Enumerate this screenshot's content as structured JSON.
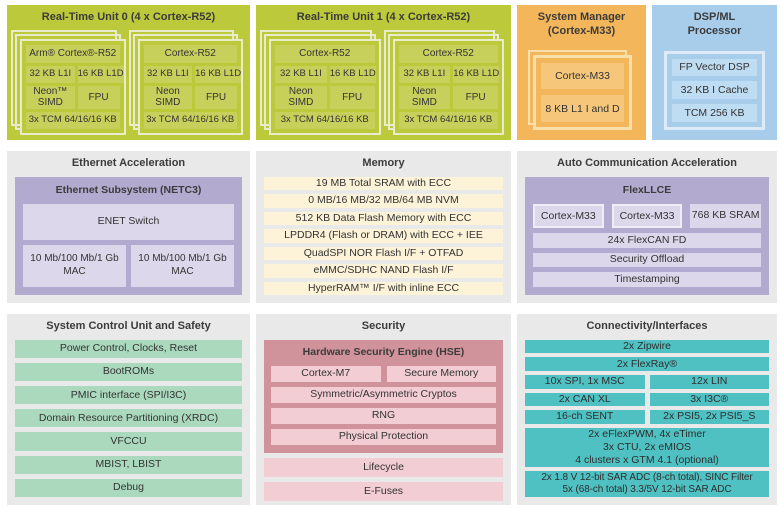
{
  "palette": {
    "rtu_green": "#bcc93a",
    "rtu_cell_green": "#c8d05c",
    "manager_orange": "#f3b65b",
    "manager_cell_orange": "#f6c77b",
    "dsp_blue": "#a7cdeb",
    "dsp_cell_blue": "#bedcf2",
    "tile_gray": "#e9e9e9",
    "accel_purple": "#b3aad0",
    "accel_cell_lavender": "#dcd7ea",
    "memory_cream": "#fdf3d8",
    "safety_mint": "#abd9be",
    "hse_rose": "#d0939b",
    "security_pink": "#f2cdd4",
    "connectivity_teal": "#4fc1c3"
  },
  "rtu0": {
    "title": "Real-Time Unit 0 (4 x Cortex-R52)",
    "cores": [
      {
        "name": "Arm® Cortex®-R52",
        "l1i": "32 KB L1I",
        "l1d": "16 KB L1D",
        "simd": "Neon™ SIMD",
        "fpu": "FPU",
        "tcm": "3x TCM 64/16/16 KB"
      },
      {
        "name": "Cortex-R52",
        "l1i": "32 KB L1I",
        "l1d": "16 KB L1D",
        "simd": "Neon SIMD",
        "fpu": "FPU",
        "tcm": "3x TCM 64/16/16 KB"
      }
    ]
  },
  "rtu1": {
    "title": "Real-Time Unit 1 (4 x Cortex-R52)",
    "cores": [
      {
        "name": "Cortex-R52",
        "l1i": "32 KB L1I",
        "l1d": "16 KB L1D",
        "simd": "Neon SIMD",
        "fpu": "FPU",
        "tcm": "3x TCM 64/16/16 KB"
      },
      {
        "name": "Cortex-R52",
        "l1i": "32 KB L1I",
        "l1d": "16 KB L1D",
        "simd": "Neon SIMD",
        "fpu": "FPU",
        "tcm": "3x TCM 64/16/16 KB"
      }
    ]
  },
  "system_manager": {
    "title_line1": "System Manager",
    "title_line2": "(Cortex-M33)",
    "rows": [
      "Cortex-M33",
      "8 KB L1 I and D"
    ]
  },
  "dsp": {
    "title_line1": "DSP/ML",
    "title_line2": "Processor",
    "rows": [
      "FP Vector DSP",
      "32 KB I Cache",
      "TCM 256 KB"
    ]
  },
  "ethernet": {
    "title": "Ethernet Acceleration",
    "subsystem_title": "Ethernet Subsystem (NETC3)",
    "switch_label": "ENET Switch",
    "mac_left": "10 Mb/100 Mb/1 Gb MAC",
    "mac_right": "10 Mb/100 Mb/1 Gb MAC"
  },
  "memory": {
    "title": "Memory",
    "rows": [
      "19 MB Total SRAM with ECC",
      "0 MB/16 MB/32 MB/64 MB NVM",
      "512 KB Data Flash Memory with ECC",
      "LPDDR4 (Flash or DRAM) with ECC + IEE",
      "QuadSPI NOR Flash I/F + OTFAD",
      "eMMC/SDHC NAND Flash I/F",
      "HyperRAM™ I/F with inline ECC"
    ]
  },
  "autocomm": {
    "title": "Auto Communication Acceleration",
    "flexllce_title": "FlexLLCE",
    "cells": [
      "Cortex-M33",
      "Cortex-M33",
      "768 KB SRAM"
    ],
    "rows": [
      "24x FlexCAN FD",
      "Security Offload",
      "Timestamping"
    ]
  },
  "scu": {
    "title": "System Control Unit and Safety",
    "rows": [
      "Power Control, Clocks, Reset",
      "BootROMs",
      "PMIC interface (SPI/I3C)",
      "Domain Resource Partitioning (XRDC)",
      "VFCCU",
      "MBIST, LBIST",
      "Debug"
    ]
  },
  "security": {
    "title": "Security",
    "hse_title": "Hardware Security Engine (HSE)",
    "hse_left": "Cortex-M7",
    "hse_right": "Secure Memory",
    "hse_rows": [
      "Symmetric/Asymmetric Cryptos",
      "RNG",
      "Physical Protection"
    ],
    "rows": [
      "Lifecycle",
      "E-Fuses"
    ]
  },
  "connectivity": {
    "title": "Connectivity/Interfaces",
    "row_zipwire": "2x Zipwire",
    "row_flexray": "2x FlexRay®",
    "split_rows": [
      [
        "10x SPI, 1x MSC",
        "12x LIN"
      ],
      [
        "2x CAN XL",
        "3x I3C®"
      ],
      [
        "16-ch SENT",
        "2x PSI5, 2x PSI5_S"
      ]
    ],
    "timers_lines": [
      "2x eFlexPWM, 4x eTimer",
      "3x CTU, 2x eMIOS",
      "4 clusters x GTM 4.1 (optional)"
    ],
    "adc_lines": [
      "2x 1.8 V 12-bit SAR ADC (8-ch total), SINC Filter",
      "5x (68-ch total) 3.3/5V 12-bit SAR ADC"
    ]
  }
}
